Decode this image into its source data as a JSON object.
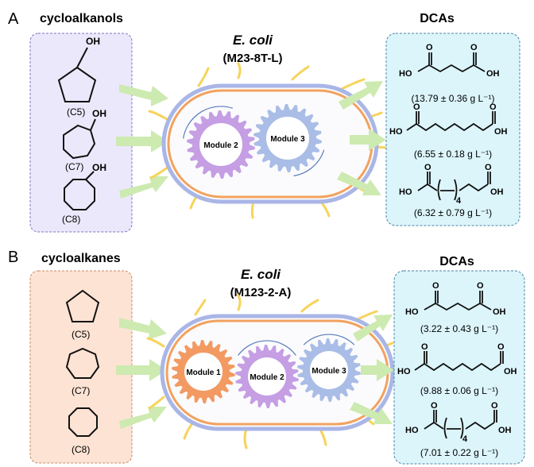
{
  "panelA": {
    "letter": "A",
    "substrate_title": "cycloalkanols",
    "organism": "E. coli",
    "strain": "(M23-8T-L)",
    "products_title": "DCAs",
    "substrates": [
      {
        "label": "(C5)",
        "oh": "OH"
      },
      {
        "label": "(C7)",
        "oh": "OH"
      },
      {
        "label": "(C8)",
        "oh": "OH"
      }
    ],
    "modules": [
      "Module 2",
      "Module 3"
    ],
    "products": [
      {
        "titer": "(13.79 ± 0.36 g L⁻¹)",
        "ho": "HO",
        "oh": "OH",
        "o": "O"
      },
      {
        "titer": "(6.55 ± 0.18 g L⁻¹)",
        "ho": "HO",
        "oh": "OH",
        "o": "O"
      },
      {
        "titer": "(6.32 ± 0.79 g L⁻¹)",
        "ho": "HO",
        "oh": "OH",
        "o": "O",
        "sub": "4"
      }
    ]
  },
  "panelB": {
    "letter": "B",
    "substrate_title": "cycloalkanes",
    "organism": "E. coli",
    "strain": "(M123-2-A)",
    "products_title": "DCAs",
    "substrates": [
      {
        "label": "(C5)"
      },
      {
        "label": "(C7)"
      },
      {
        "label": "(C8)"
      }
    ],
    "modules": [
      "Module 1",
      "Module 2",
      "Module 3"
    ],
    "products": [
      {
        "titer": "(3.22 ± 0.43 g L⁻¹)",
        "ho": "HO",
        "oh": "OH",
        "o": "O"
      },
      {
        "titer": "(9.88 ± 0.06 g L⁻¹)",
        "ho": "HO",
        "oh": "OH",
        "o": "O"
      },
      {
        "titer": "(7.01 ± 0.22 g L⁻¹)",
        "ho": "HO",
        "oh": "OH",
        "o": "O",
        "sub": "4"
      }
    ]
  },
  "colors": {
    "substrate_box_A": "#ece8fb",
    "substrate_box_B": "#fde3d3",
    "product_box": "#dcf5fb",
    "arrow": "#cdeab0",
    "cell_fill": "#fbfbfd",
    "membrane_orange": "#f2a25e",
    "membrane_blue": "#a9b6e6",
    "flagella": "#f7d35a",
    "gear_orange": "#f29a62",
    "gear_purple": "#c59ee4",
    "gear_blue": "#a9bde6"
  }
}
